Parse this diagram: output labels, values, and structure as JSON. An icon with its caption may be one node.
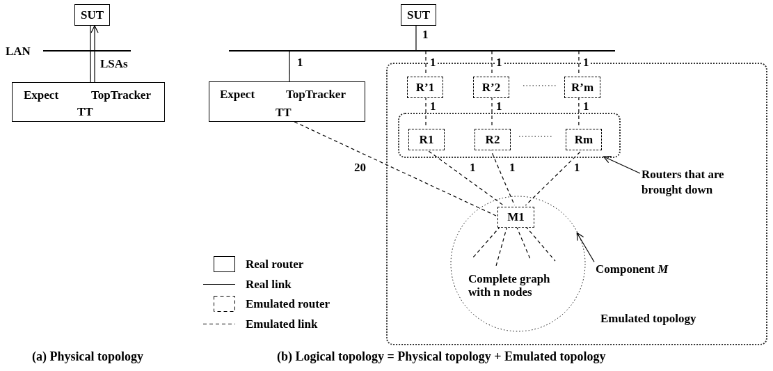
{
  "diagram": {
    "nodes": [
      {
        "text": [
          "SUT"
        ]
      },
      {
        "text": [],
        "shape": "bar",
        "beside": [
          "LAN"
        ]
      },
      {
        "text": [
          "Expect",
          "TopTracker",
          "TT"
        ]
      },
      {
        "text": [
          "SUT"
        ]
      },
      {
        "text": [],
        "shape": "bar"
      },
      {
        "text": [
          "Expect",
          "TopTracker",
          "TT"
        ]
      },
      {
        "text": [
          "Emulated topology"
        ]
      },
      {
        "text": [
          "R’1"
        ],
        "in": 6
      },
      {
        "text": [
          "R’2"
        ],
        "in": 6
      },
      {
        "text": [
          "R’m"
        ],
        "in": 6
      },
      {
        "text": [],
        "shape": "box",
        "in": 6
      },
      {
        "text": [
          "R1"
        ],
        "in": 10
      },
      {
        "text": [
          "R2"
        ],
        "in": 10
      },
      {
        "text": [
          "Rm"
        ],
        "in": 10
      },
      {
        "text": [
          "Complete graph with n nodes"
        ],
        "in": 6
      },
      {
        "text": [
          "M1"
        ],
        "in": 14
      },
      {
        "text": [
          "Routers that are brought down"
        ],
        "in": 6
      },
      {
        "text": [
          "Component *M*"
        ],
        "in": 6
      }
    ],
    "edges": [
      {
        "from": 0,
        "to": 1,
        "arrow": "none"
      },
      {
        "from": 1,
        "to": 2,
        "arrow": "none"
      },
      {
        "from": 2,
        "to": 0,
        "arrow": "to",
        "label": "LSAs"
      },
      {
        "from": 3,
        "to": 4,
        "arrow": "none",
        "label": "1"
      },
      {
        "from": 4,
        "to": 5,
        "arrow": "none",
        "label": "1"
      },
      {
        "from": 4,
        "to": 7,
        "arrow": "none",
        "label": "1",
        "style": "dashed"
      },
      {
        "from": 4,
        "to": 8,
        "arrow": "none",
        "label": "1",
        "style": "dashed"
      },
      {
        "from": 4,
        "to": 9,
        "arrow": "none",
        "label": "1",
        "style": "dashed"
      },
      {
        "from": 7,
        "to": 11,
        "arrow": "none",
        "label": "1",
        "style": "dashed"
      },
      {
        "from": 8,
        "to": 12,
        "arrow": "none",
        "label": "1",
        "style": "dashed"
      },
      {
        "from": 9,
        "to": 13,
        "arrow": "none",
        "label": "1",
        "style": "dashed"
      },
      {
        "from": 5,
        "to": 15,
        "arrow": "none",
        "label": "20",
        "style": "dashed"
      },
      {
        "from": 11,
        "to": 15,
        "arrow": "none",
        "label": "1",
        "style": "dashed"
      },
      {
        "from": 12,
        "to": 15,
        "arrow": "none",
        "label": "1",
        "style": "dashed"
      },
      {
        "from": 13,
        "to": 15,
        "arrow": "none",
        "label": "1",
        "style": "dashed"
      },
      {
        "from": 15,
        "to": null,
        "arrow": "none",
        "style": "dashed"
      },
      {
        "from": 15,
        "to": null,
        "arrow": "none",
        "style": "dashed"
      },
      {
        "from": 15,
        "to": null,
        "arrow": "none",
        "style": "dashed"
      },
      {
        "from": 15,
        "to": null,
        "arrow": "none",
        "style": "dashed"
      },
      {
        "from": 16,
        "to": 10,
        "arrow": "to"
      },
      {
        "from": 17,
        "to": 14,
        "arrow": "to"
      }
    ],
    "labels": [
      "(a) Physical topology",
      "(b) Logical topology = Physical topology + Emulated topology"
    ],
    "legend": [
      {
        "text": "Real router"
      },
      {
        "text": "Real link"
      },
      {
        "text": "Emulated router"
      },
      {
        "text": "Emulated link"
      }
    ]
  }
}
